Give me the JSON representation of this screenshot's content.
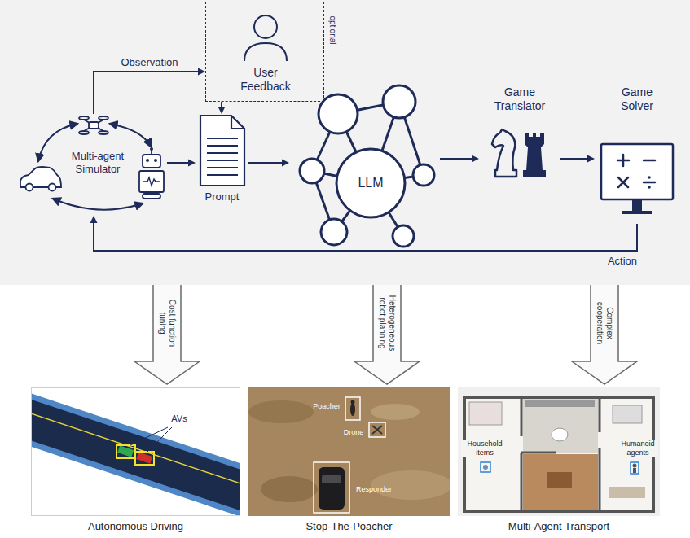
{
  "diagram": {
    "nodes": [
      {
        "text": [
          "Multi-agent Simulator"
        ]
      },
      {
        "text": [
          "User Feedback",
          "optional"
        ]
      },
      {
        "text": [
          "Prompt"
        ]
      },
      {
        "text": [
          "LLM"
        ]
      },
      {
        "text": [
          "Game Translator"
        ]
      },
      {
        "text": [
          "Game Solver"
        ]
      },
      {
        "text": [
          "Autonomous Driving"
        ]
      },
      {
        "text": [
          "Stop-The-Poacher"
        ]
      },
      {
        "text": [
          "Multi-Agent Transport"
        ]
      }
    ],
    "edges": [
      {
        "from": 0,
        "to": 1,
        "label": "Observation",
        "arrow": "to"
      },
      {
        "from": 1,
        "to": 2,
        "arrow": "to"
      },
      {
        "from": 0,
        "to": 2,
        "arrow": "to"
      },
      {
        "from": 2,
        "to": 3,
        "arrow": "to"
      },
      {
        "from": 3,
        "to": 4,
        "arrow": "to"
      },
      {
        "from": 4,
        "to": 5,
        "arrow": "to"
      },
      {
        "from": 5,
        "to": 0,
        "label": "Action",
        "arrow": "to"
      }
    ],
    "labels": [
      "Cost function tuning",
      "Heterogeneous robot planning",
      "Complex cooperation",
      "AVs",
      "Poacher",
      "Drone",
      "Responder",
      "Household items",
      "Humanoid agents"
    ]
  }
}
